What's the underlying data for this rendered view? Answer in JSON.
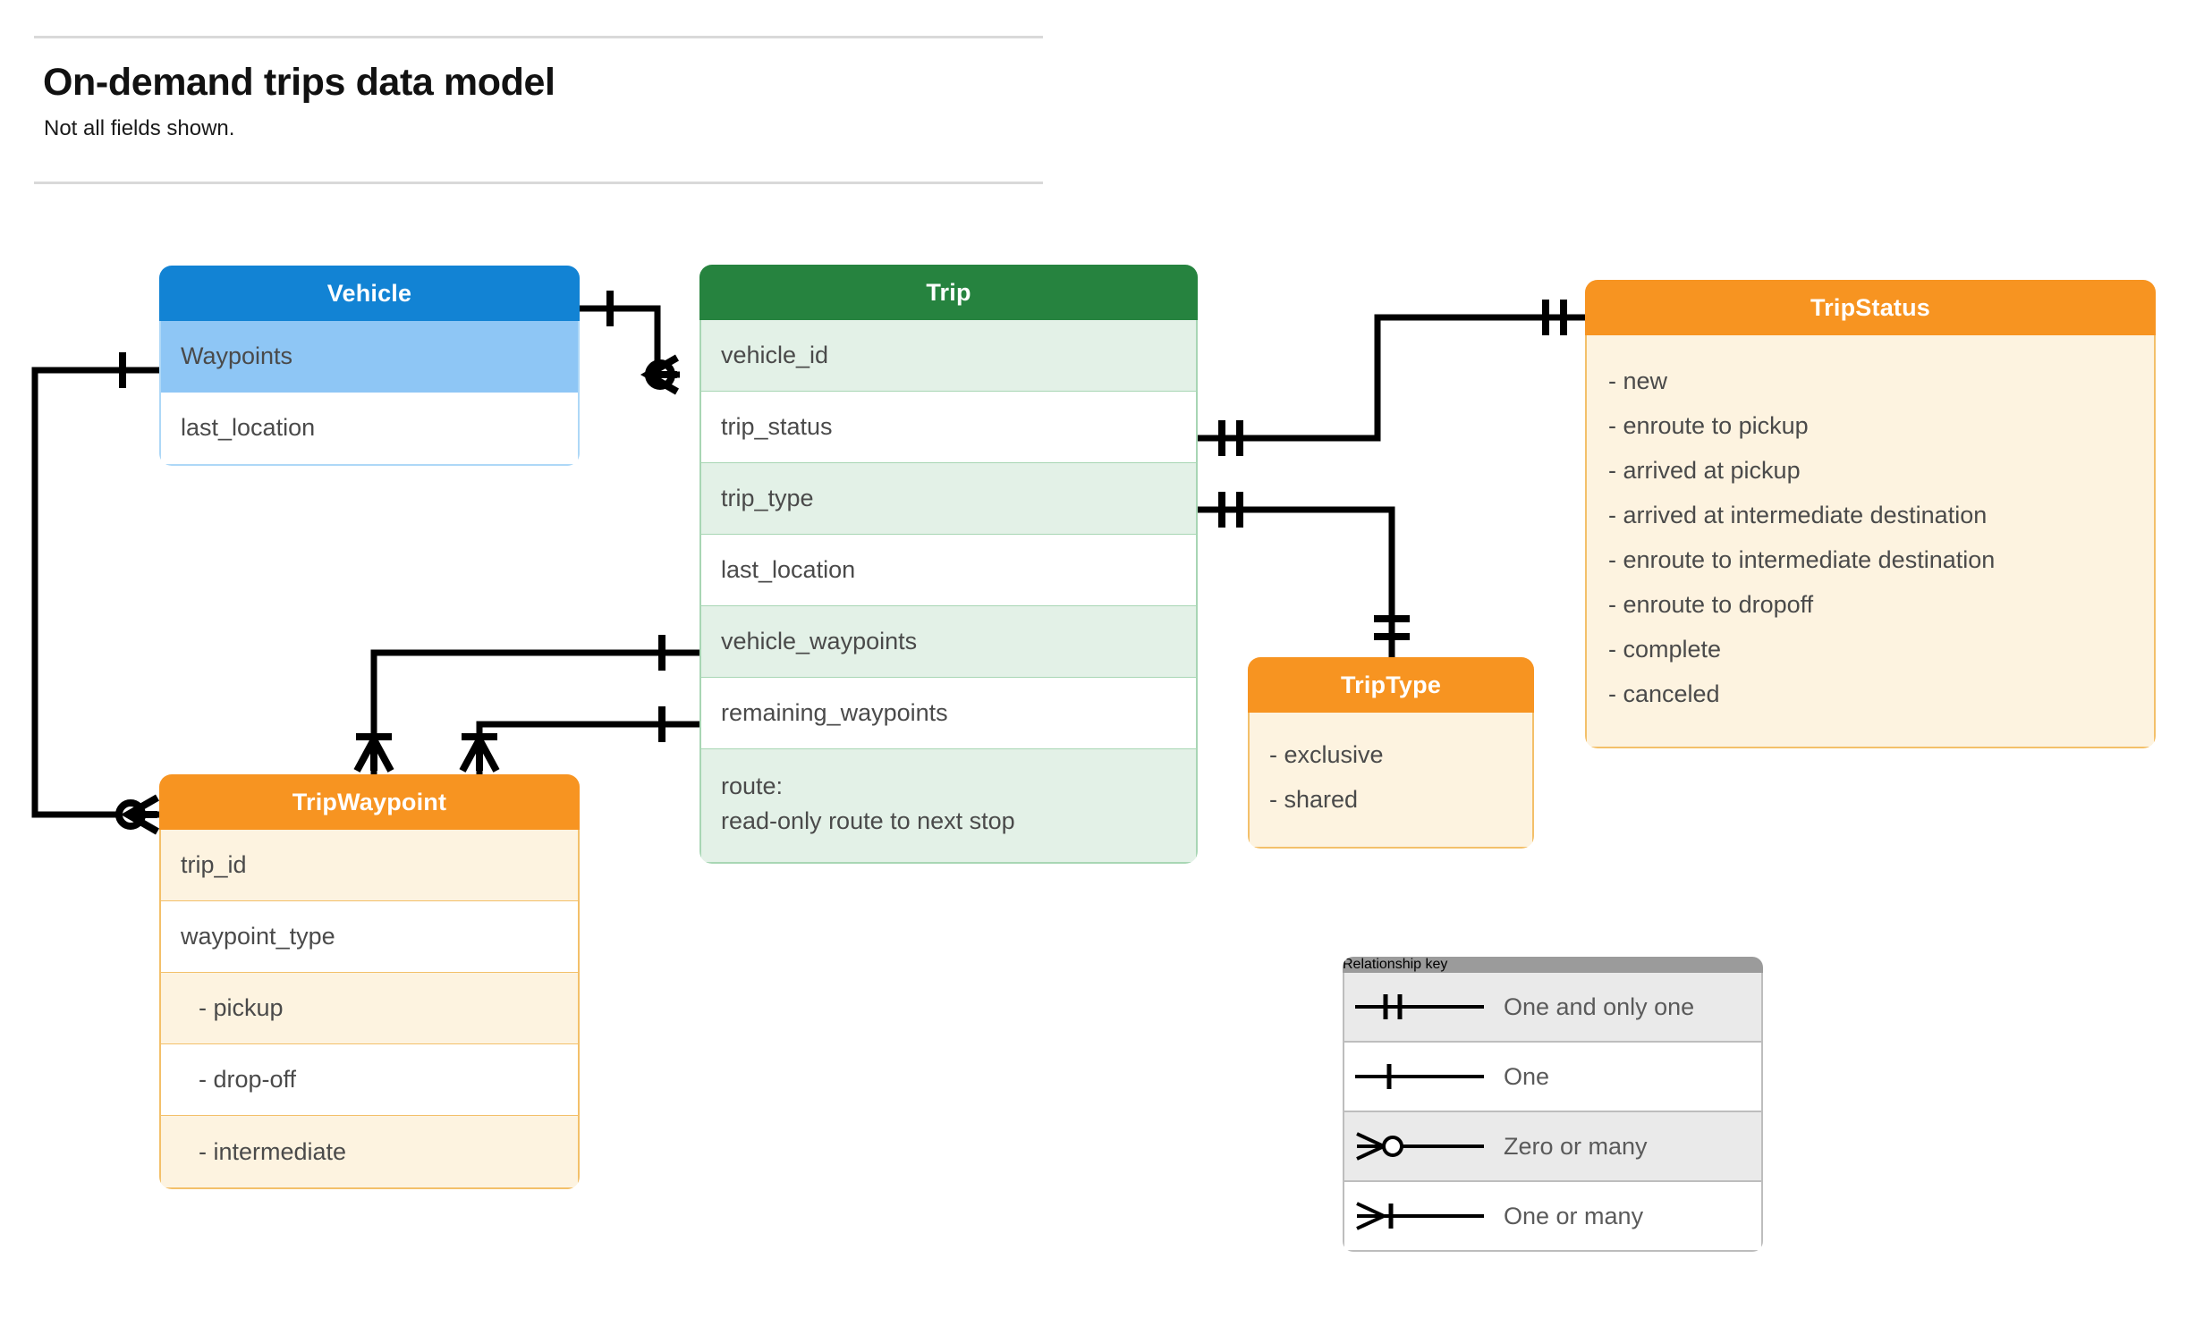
{
  "header": {
    "title": "On-demand trips data model",
    "subtitle": "Not all fields shown."
  },
  "colors": {
    "vehicle_header": "#1283d4",
    "vehicle_highlight_row": "#8ec6f5",
    "trip_header": "#26833f",
    "trip_alt_row": "#e3f1e7",
    "orange_header": "#f79421",
    "orange_body": "#fdf3e0",
    "legend_header": "#9b9b9b",
    "legend_alt_row": "#eaeaea",
    "text": "#4a4a4a",
    "line": "#000000"
  },
  "entities": {
    "vehicle": {
      "title": "Vehicle",
      "fields": [
        {
          "label": "Waypoints",
          "highlight": true
        },
        {
          "label": "last_location",
          "highlight": false
        }
      ]
    },
    "trip": {
      "title": "Trip",
      "fields": [
        {
          "label": "vehicle_id",
          "highlight": true
        },
        {
          "label": "trip_status",
          "highlight": false
        },
        {
          "label": "trip_type",
          "highlight": true
        },
        {
          "label": "last_location",
          "highlight": false
        },
        {
          "label": "vehicle_waypoints",
          "highlight": true
        },
        {
          "label": "remaining_waypoints",
          "highlight": false
        }
      ],
      "route_field": {
        "line1": "route:",
        "line2": "read-only route to next stop"
      }
    },
    "trip_status": {
      "title": "TripStatus",
      "values": [
        "- new",
        "- enroute to pickup",
        "- arrived at pickup",
        "- arrived at intermediate destination",
        "- enroute to intermediate destination",
        "- enroute to dropoff",
        "- complete",
        "- canceled"
      ]
    },
    "trip_type": {
      "title": "TripType",
      "values": [
        "- exclusive",
        "- shared"
      ]
    },
    "trip_waypoint": {
      "title": "TripWaypoint",
      "fields": [
        {
          "label": "trip_id",
          "highlight": true,
          "sub": false
        },
        {
          "label": "waypoint_type",
          "highlight": false,
          "sub": false
        },
        {
          "label": "-  pickup",
          "highlight": true,
          "sub": true
        },
        {
          "label": "-  drop-off",
          "highlight": false,
          "sub": true
        },
        {
          "label": "-  intermediate",
          "highlight": true,
          "sub": true
        }
      ]
    }
  },
  "legend": {
    "title": "Relationship key",
    "rows": [
      {
        "label": "One and only one",
        "symbol": "one-and-only-one"
      },
      {
        "label": "One",
        "symbol": "one"
      },
      {
        "label": "Zero or many",
        "symbol": "zero-or-many"
      },
      {
        "label": "One or many",
        "symbol": "one-or-many"
      }
    ]
  },
  "relationships": [
    {
      "name": "vehicle-to-trip-vehicle-id",
      "from": "Vehicle",
      "to": "Trip.vehicle_id",
      "from_cardinality": "One",
      "to_cardinality": "Zero or many"
    },
    {
      "name": "trip-status-to-tripstatus",
      "from": "Trip.trip_status",
      "to": "TripStatus",
      "from_cardinality": "One and only one",
      "to_cardinality": "One and only one"
    },
    {
      "name": "trip-type-to-triptype",
      "from": "Trip.trip_type",
      "to": "TripType",
      "from_cardinality": "One and only one",
      "to_cardinality": "One and only one"
    },
    {
      "name": "trip-vehicle-waypoints-to-tripwaypoint",
      "from": "Trip.vehicle_waypoints",
      "to": "TripWaypoint",
      "from_cardinality": "One",
      "to_cardinality": "One or many"
    },
    {
      "name": "trip-remaining-waypoints-to-tripwaypoint",
      "from": "Trip.remaining_waypoints",
      "to": "TripWaypoint",
      "from_cardinality": "One",
      "to_cardinality": "One or many"
    },
    {
      "name": "vehicle-waypoints-to-tripwaypoint",
      "from": "Vehicle.Waypoints",
      "to": "TripWaypoint",
      "from_cardinality": "One",
      "to_cardinality": "Zero or many"
    }
  ]
}
